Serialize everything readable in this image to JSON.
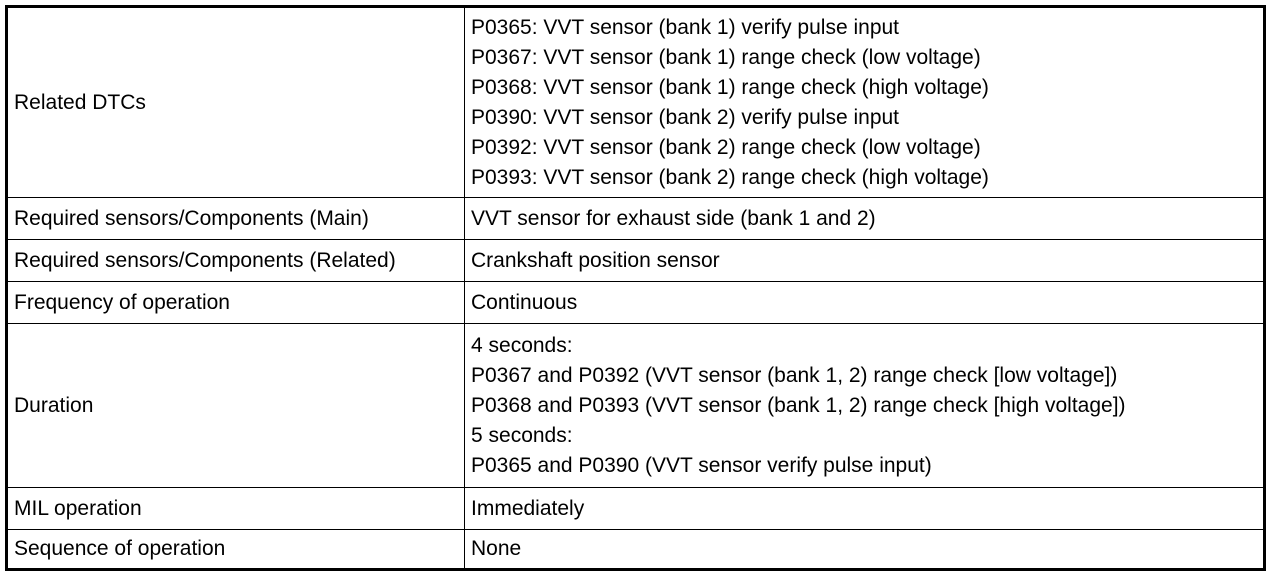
{
  "table": {
    "rows": [
      {
        "label": "Related DTCs",
        "lines": [
          "P0365: VVT sensor (bank 1) verify pulse input",
          "P0367: VVT sensor (bank 1) range check (low voltage)",
          "P0368: VVT sensor (bank 1) range check (high voltage)",
          "P0390: VVT sensor (bank 2) verify pulse input",
          "P0392: VVT sensor (bank 2) range check (low voltage)",
          "P0393: VVT sensor (bank 2) range check (high voltage)"
        ]
      },
      {
        "label": "Required sensors/Components (Main)",
        "lines": [
          "VVT sensor for exhaust side (bank 1 and 2)"
        ]
      },
      {
        "label": "Required sensors/Components (Related)",
        "lines": [
          "Crankshaft position sensor"
        ]
      },
      {
        "label": "Frequency of operation",
        "lines": [
          "Continuous"
        ]
      },
      {
        "label": "Duration",
        "lines": [
          "4 seconds:",
          "P0367 and P0392 (VVT sensor (bank 1, 2) range check [low voltage])",
          "P0368 and P0393 (VVT sensor (bank 1, 2) range check [high voltage])",
          "5 seconds:",
          "P0365 and P0390 (VVT sensor verify pulse input)"
        ]
      },
      {
        "label": "MIL operation",
        "lines": [
          "Immediately"
        ]
      },
      {
        "label": "Sequence of operation",
        "lines": [
          "None"
        ]
      }
    ]
  }
}
